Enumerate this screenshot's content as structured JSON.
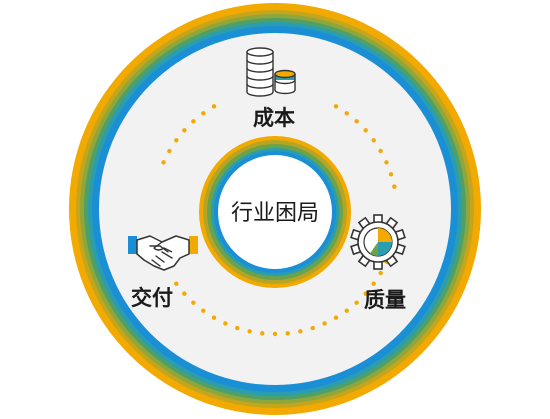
{
  "center": {
    "label": "行业困局"
  },
  "nodes": [
    {
      "id": "cost",
      "label": "成本",
      "icon": "coin-stack-icon"
    },
    {
      "id": "quality",
      "label": "质量",
      "icon": "gear-chart-icon"
    },
    {
      "id": "delivery",
      "label": "交付",
      "icon": "handshake-icon"
    }
  ],
  "colors": {
    "orange": "#f2a900",
    "blue": "#1a8fd6",
    "teal": "#2a9db0",
    "green": "#6aa34a",
    "dots": "#f2a900",
    "inner_fill": "#f2f2f2"
  }
}
